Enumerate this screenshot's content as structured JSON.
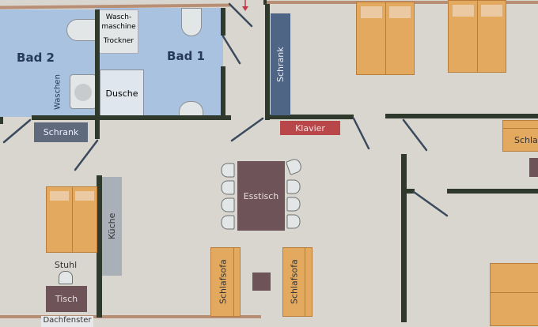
{
  "rooms": {
    "bad2": "Bad 2",
    "bad1": "Bad 1"
  },
  "fixtures": {
    "washer": "Wasch-\nmaschine",
    "dryer": "Trockner",
    "shower": "Dusche",
    "washbasin": "Waschen"
  },
  "furniture": {
    "schrank_hall": "Schrank",
    "schrank_room": "Schrank",
    "klavier": "Klavier",
    "kueche": "Küche",
    "esstisch": "Esstisch",
    "stuhl": "Stuhl",
    "tisch": "Tisch",
    "schlafsofa_left": "Schlafsofa",
    "schlafsofa_right": "Schlafsofa",
    "schlafsofa_edge": "Schla",
    "dachfenster": "Dachfenster"
  },
  "colors": {
    "bath": "#a9c2df",
    "wall": "#2f3a2c",
    "bed": "#e3a95f",
    "klavier": "#b9474a",
    "schrank": "#5d7088"
  }
}
